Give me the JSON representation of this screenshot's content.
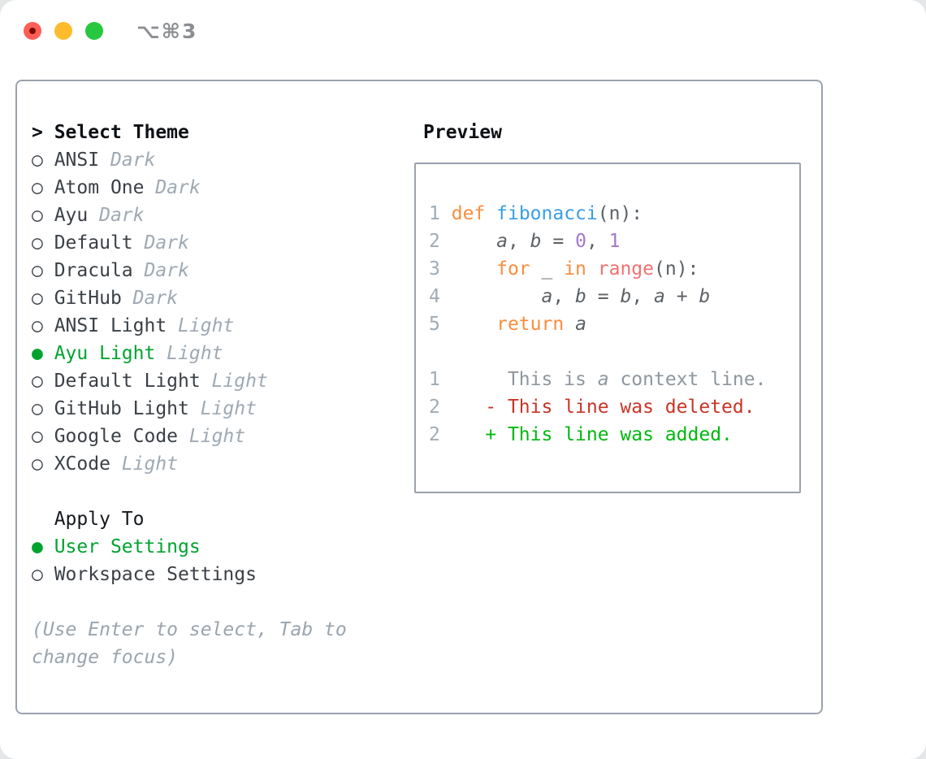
{
  "titlebar": {
    "title": "⌥⌘3"
  },
  "icons": {
    "radio_off": "○",
    "radio_on": "●"
  },
  "theme_list": {
    "header_prefix": "> ",
    "header": "Select Theme",
    "items": [
      {
        "name": "ANSI",
        "variant": "Dark",
        "selected": false
      },
      {
        "name": "Atom One",
        "variant": "Dark",
        "selected": false
      },
      {
        "name": "Ayu",
        "variant": "Dark",
        "selected": false
      },
      {
        "name": "Default",
        "variant": "Dark",
        "selected": false
      },
      {
        "name": "Dracula",
        "variant": "Dark",
        "selected": false
      },
      {
        "name": "GitHub",
        "variant": "Dark",
        "selected": false
      },
      {
        "name": "ANSI Light",
        "variant": "Light",
        "selected": false
      },
      {
        "name": "Ayu Light",
        "variant": "Light",
        "selected": true
      },
      {
        "name": "Default Light",
        "variant": "Light",
        "selected": false
      },
      {
        "name": "GitHub Light",
        "variant": "Light",
        "selected": false
      },
      {
        "name": "Google Code",
        "variant": "Light",
        "selected": false
      },
      {
        "name": "XCode",
        "variant": "Light",
        "selected": false
      }
    ]
  },
  "apply_to": {
    "header": "  Apply To",
    "options": [
      {
        "name": "User Settings",
        "selected": true
      },
      {
        "name": "Workspace Settings",
        "selected": false
      }
    ]
  },
  "hint": {
    "line1": "(Use Enter to select, Tab to",
    "line2": "change focus)"
  },
  "preview": {
    "header": "Preview",
    "lines": [
      [
        {
          "t": "1",
          "c": "ln"
        },
        {
          "t": " ",
          "c": "pl"
        },
        {
          "t": "def",
          "c": "kw"
        },
        {
          "t": " ",
          "c": "pl"
        },
        {
          "t": "fibonacci",
          "c": "fn"
        },
        {
          "t": "(n):",
          "c": "pl"
        }
      ],
      [
        {
          "t": "2",
          "c": "ln"
        },
        {
          "t": "     ",
          "c": "pl"
        },
        {
          "t": "a",
          "c": "var"
        },
        {
          "t": ", ",
          "c": "pl"
        },
        {
          "t": "b",
          "c": "var"
        },
        {
          "t": " = ",
          "c": "pl"
        },
        {
          "t": "0",
          "c": "num"
        },
        {
          "t": ", ",
          "c": "pl"
        },
        {
          "t": "1",
          "c": "num"
        }
      ],
      [
        {
          "t": "3",
          "c": "ln"
        },
        {
          "t": "     ",
          "c": "pl"
        },
        {
          "t": "for",
          "c": "kw"
        },
        {
          "t": " _ ",
          "c": "pl"
        },
        {
          "t": "in",
          "c": "kw"
        },
        {
          "t": " ",
          "c": "pl"
        },
        {
          "t": "range",
          "c": "mk"
        },
        {
          "t": "(n):",
          "c": "pl"
        }
      ],
      [
        {
          "t": "4",
          "c": "ln"
        },
        {
          "t": "         ",
          "c": "pl"
        },
        {
          "t": "a",
          "c": "var"
        },
        {
          "t": ", ",
          "c": "pl"
        },
        {
          "t": "b",
          "c": "var"
        },
        {
          "t": " = ",
          "c": "pl"
        },
        {
          "t": "b",
          "c": "var"
        },
        {
          "t": ", ",
          "c": "pl"
        },
        {
          "t": "a",
          "c": "var"
        },
        {
          "t": " + ",
          "c": "pl"
        },
        {
          "t": "b",
          "c": "var"
        }
      ],
      [
        {
          "t": "5",
          "c": "ln"
        },
        {
          "t": "     ",
          "c": "pl"
        },
        {
          "t": "return",
          "c": "kw"
        },
        {
          "t": " ",
          "c": "pl"
        },
        {
          "t": "a",
          "c": "var"
        }
      ],
      [],
      [
        {
          "t": "1",
          "c": "ln"
        },
        {
          "t": "      This is ",
          "c": "ctx"
        },
        {
          "t": "a",
          "c": "ctxi"
        },
        {
          "t": " context line.",
          "c": "ctx"
        }
      ],
      [
        {
          "t": "2",
          "c": "ln"
        },
        {
          "t": "    ",
          "c": "pl"
        },
        {
          "t": "- This line was deleted.",
          "c": "del"
        }
      ],
      [
        {
          "t": "2",
          "c": "ln"
        },
        {
          "t": "    ",
          "c": "pl"
        },
        {
          "t": "+ This line was added.",
          "c": "add"
        }
      ]
    ]
  },
  "colors": {
    "accent_green": "#00a330",
    "diff_red": "#c73527",
    "diff_green": "#00b80f",
    "syntax_keyword": "#fa8d3e",
    "syntax_function": "#399ee6",
    "syntax_constant": "#a37acc",
    "syntax_markup": "#f07171",
    "code_foreground": "#5c6166",
    "muted_gray": "#9fa9b3",
    "panel_border": "#9aa2ad"
  }
}
